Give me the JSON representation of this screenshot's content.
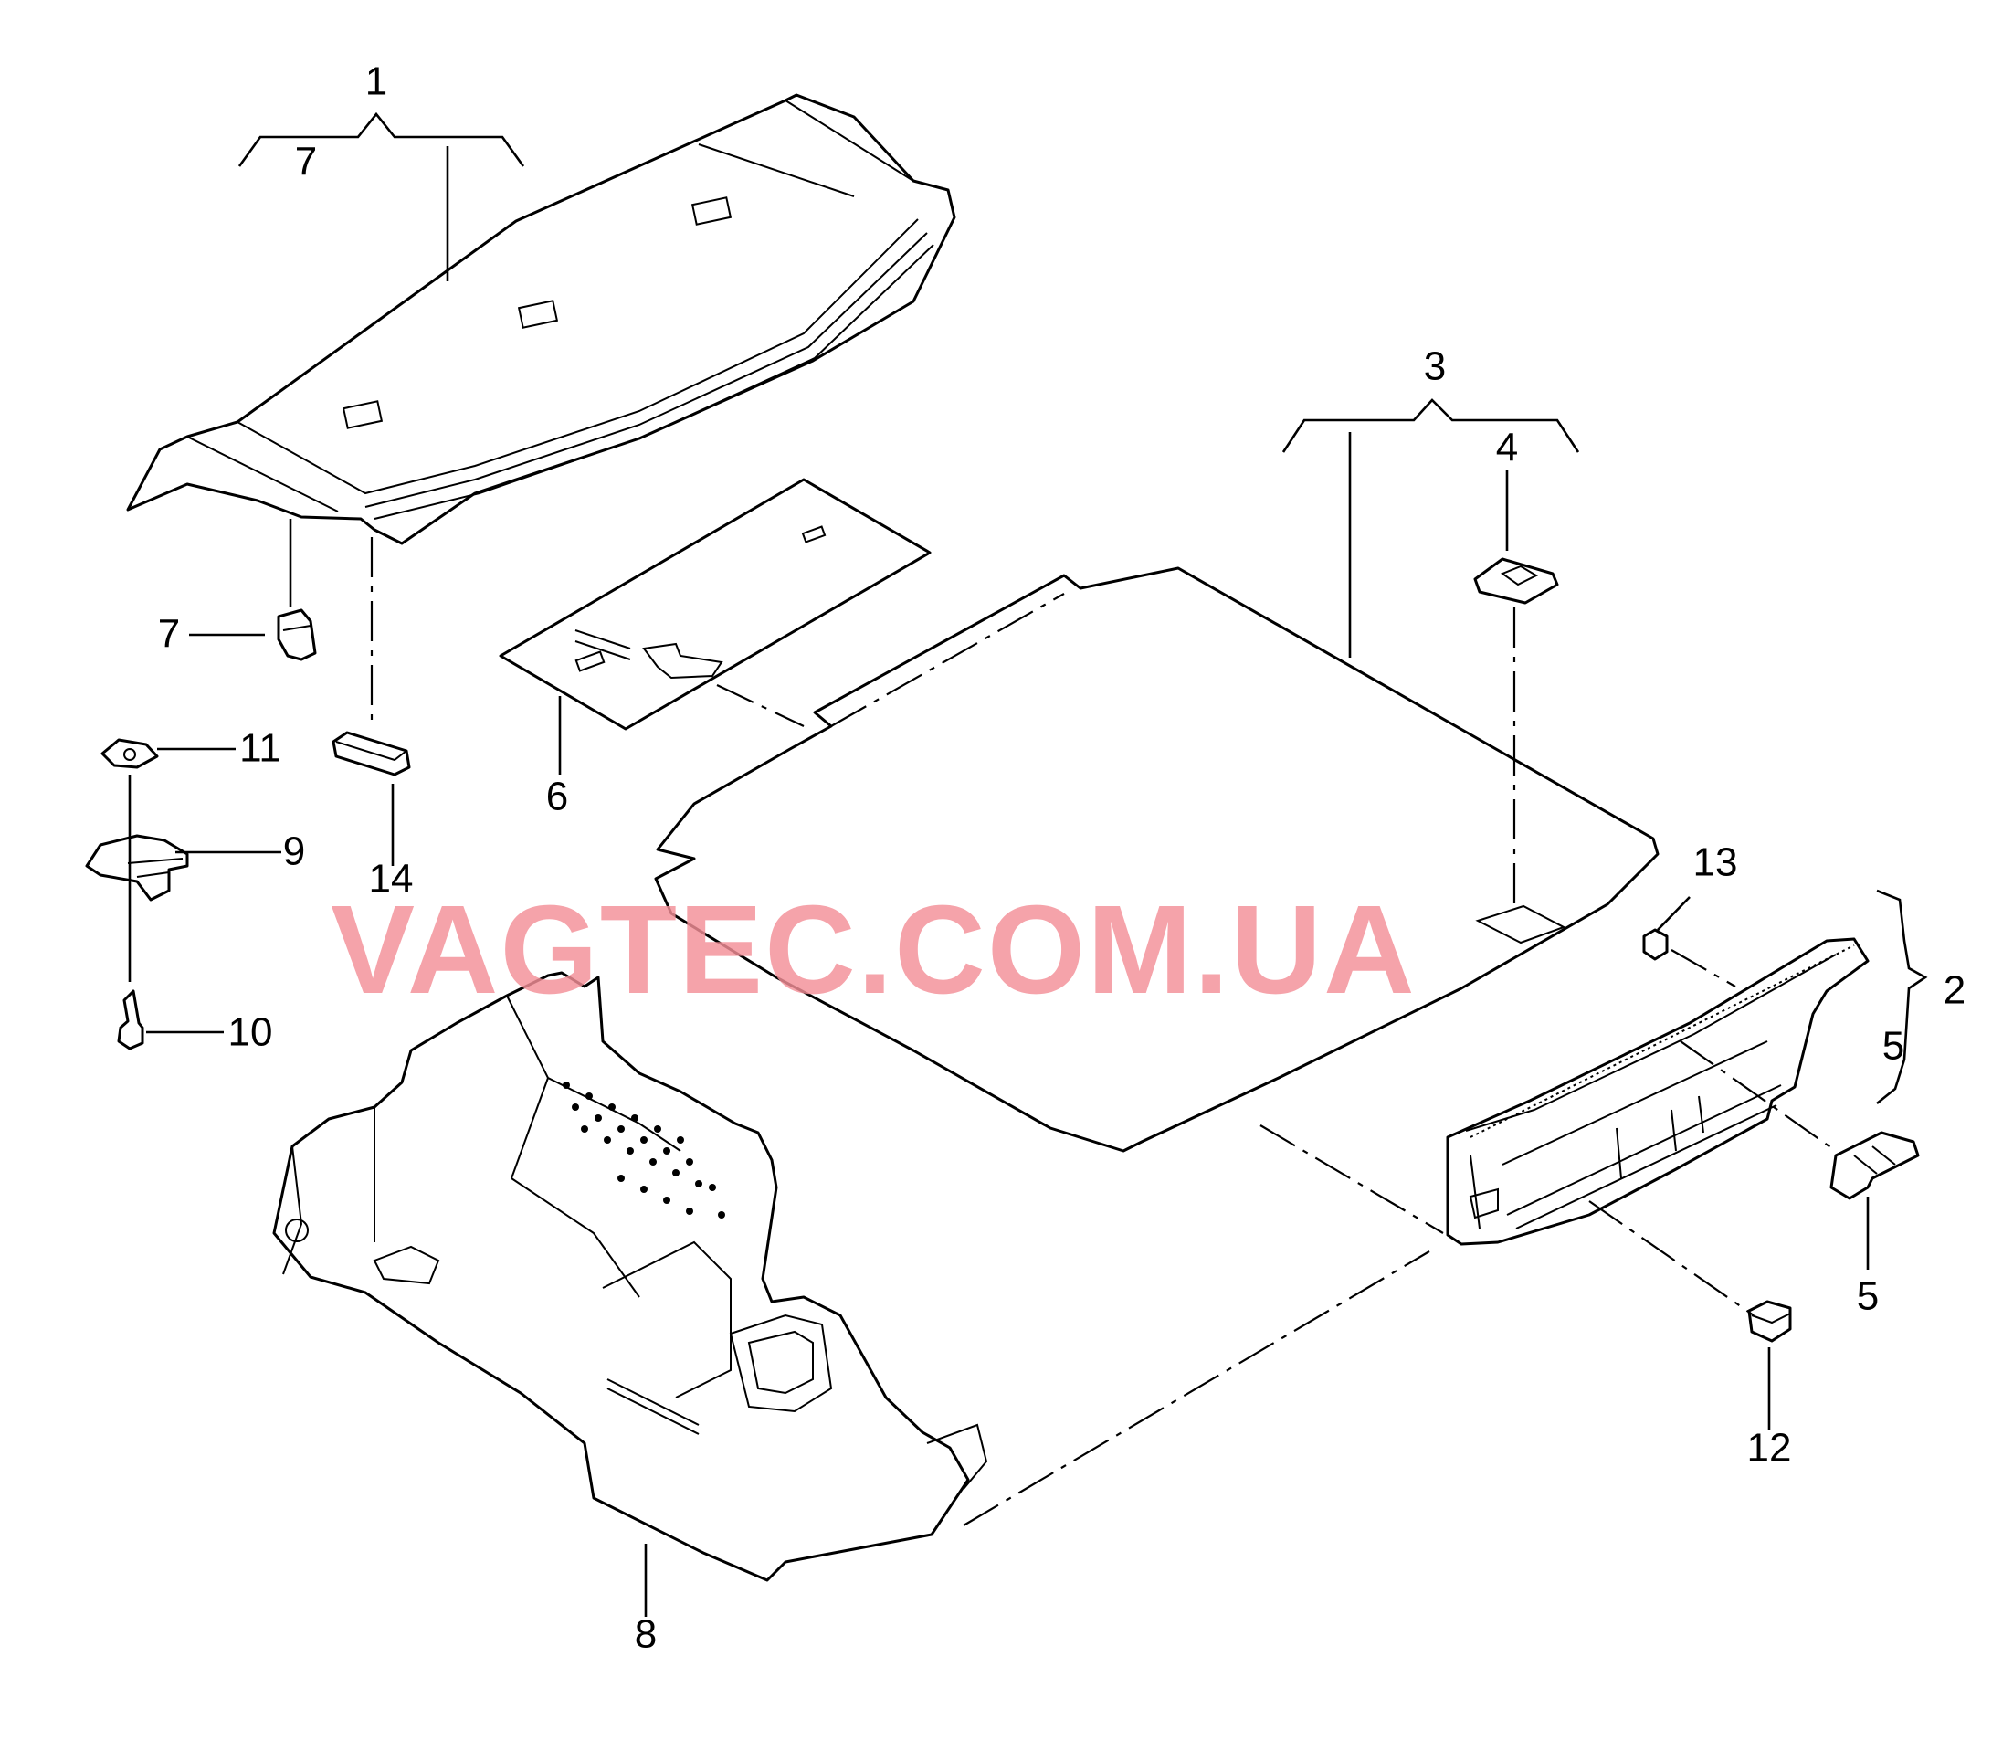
{
  "watermark": "VAGTEC.COM.UA",
  "colors": {
    "line": "#000000",
    "background": "#ffffff",
    "watermark": "#f48f98"
  },
  "callouts": {
    "c1": "1",
    "c7_bracket": "7",
    "c7": "7",
    "c11": "11",
    "c9": "9",
    "c10": "10",
    "c14": "14",
    "c6": "6",
    "c3": "3",
    "c4": "4",
    "c13": "13",
    "c2": "2",
    "c5_bracket": "5",
    "c5": "5",
    "c12": "12",
    "c8": "8"
  }
}
